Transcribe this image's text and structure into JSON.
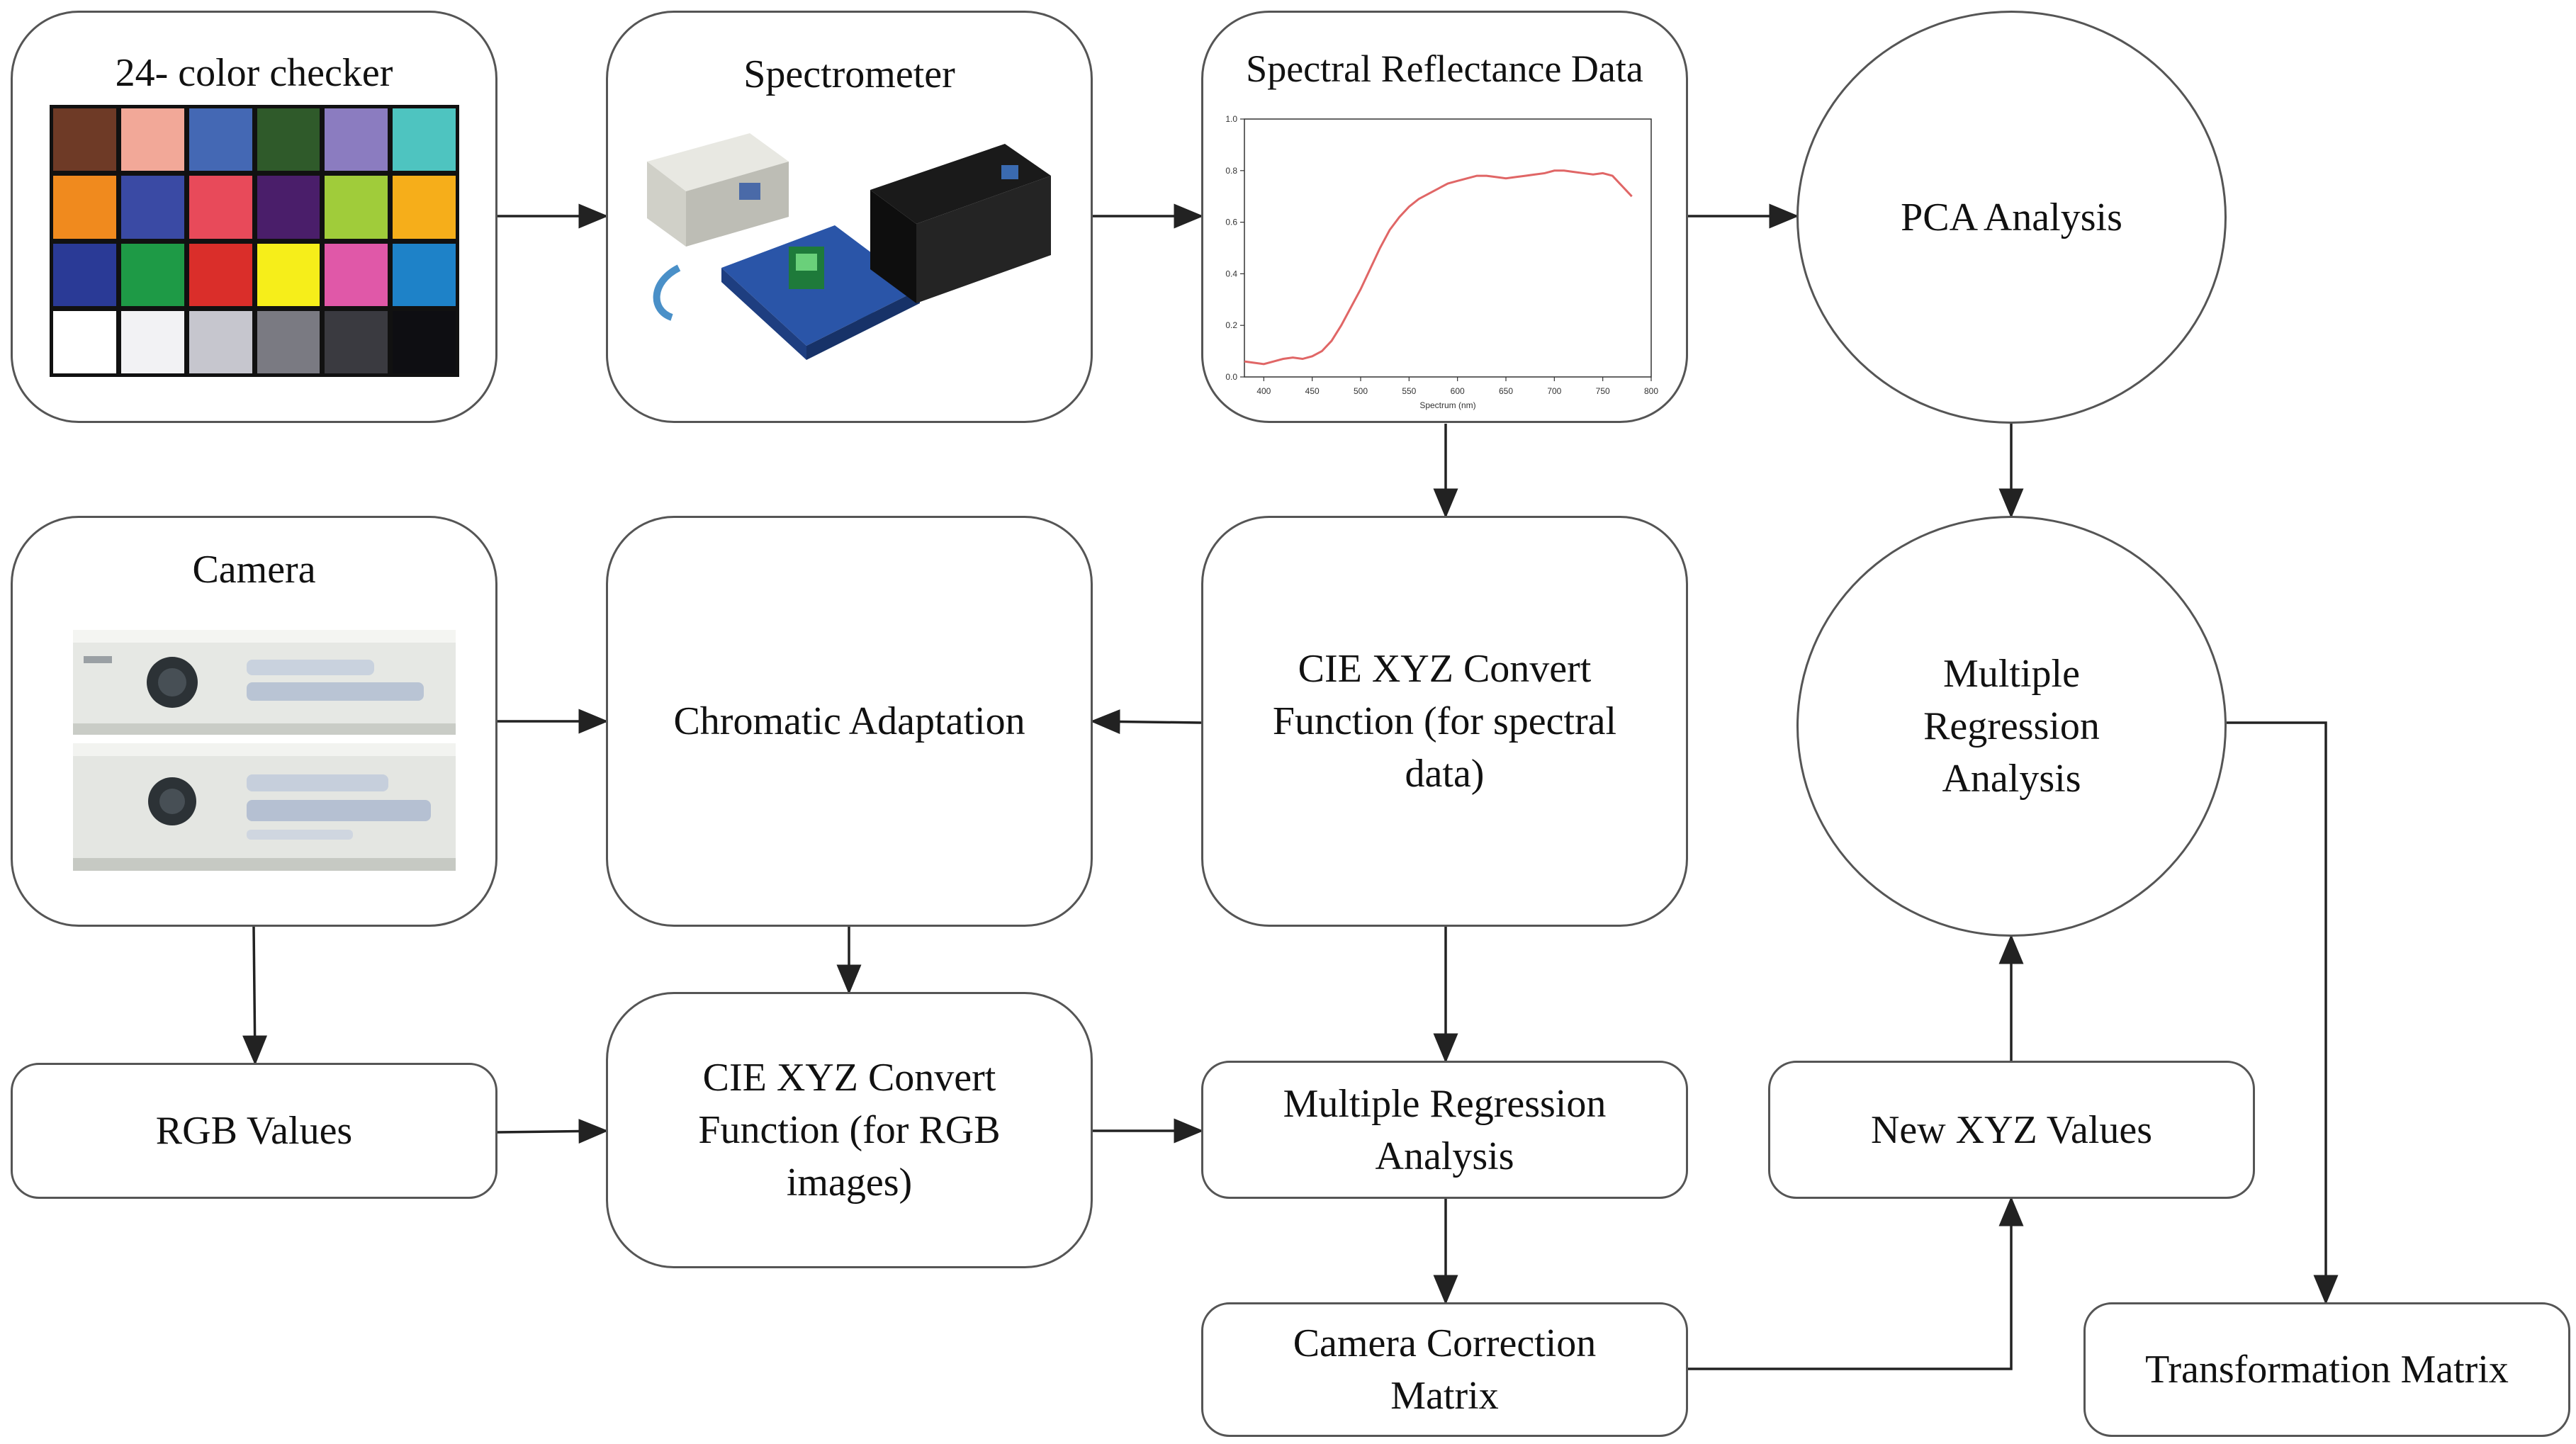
{
  "nodes": {
    "color_checker": {
      "title": "24- color checker"
    },
    "spectrometer": {
      "title": "Spectrometer"
    },
    "spectral_data": {
      "title": "Spectral Reflectance Data"
    },
    "pca": {
      "label": "PCA Analysis"
    },
    "camera": {
      "title": "Camera"
    },
    "chromatic_adaptation": {
      "label": "Chromatic Adaptation"
    },
    "cie_xyz_spectral": {
      "label": "CIE XYZ Convert\nFunction (for spectral\ndata)"
    },
    "multiple_regression_circle": {
      "label": "Multiple\nRegression\nAnalysis"
    },
    "rgb_values": {
      "label": "RGB Values"
    },
    "cie_xyz_rgb": {
      "label": "CIE XYZ Convert\nFunction (for RGB\nimages)"
    },
    "multiple_regression_box": {
      "label": "Multiple Regression\nAnalysis"
    },
    "new_xyz_values": {
      "label": "New XYZ Values"
    },
    "camera_correction_matrix": {
      "label": "Camera Correction\nMatrix"
    },
    "transformation_matrix": {
      "label": "Transformation Matrix"
    }
  },
  "color_checker_swatches": [
    "#6e3a26",
    "#f2a898",
    "#4468b4",
    "#2f5a2a",
    "#8b7cc0",
    "#4ec4c0",
    "#f08a1e",
    "#3a4aa4",
    "#e84a5a",
    "#4a1e6a",
    "#a0cc3a",
    "#f6ae1a",
    "#2a3a96",
    "#1e9a46",
    "#da2e2a",
    "#f6ee1a",
    "#e058a8",
    "#1e82c8",
    "#ffffff",
    "#f2f2f4",
    "#c6c6ce",
    "#7a7a82",
    "#3a3a40",
    "#0e0e12"
  ],
  "chart_data": {
    "type": "line",
    "xlabel": "Spectrum (nm)",
    "ylabel": "",
    "xlim": [
      380,
      800
    ],
    "ylim": [
      0.0,
      1.0
    ],
    "x_ticks": [
      400,
      450,
      500,
      550,
      600,
      650,
      700,
      750,
      800
    ],
    "y_ticks": [
      0.0,
      0.2,
      0.4,
      0.6,
      0.8,
      1.0
    ],
    "series": [
      {
        "color": "#e06666",
        "x": [
          380,
          390,
          400,
          410,
          420,
          430,
          440,
          450,
          460,
          470,
          480,
          490,
          500,
          510,
          520,
          530,
          540,
          550,
          560,
          570,
          580,
          590,
          600,
          610,
          620,
          630,
          640,
          650,
          660,
          670,
          680,
          690,
          700,
          710,
          720,
          730,
          740,
          750,
          760,
          770,
          780
        ],
        "y": [
          0.06,
          0.055,
          0.05,
          0.06,
          0.07,
          0.075,
          0.07,
          0.08,
          0.1,
          0.14,
          0.2,
          0.27,
          0.34,
          0.42,
          0.5,
          0.57,
          0.62,
          0.66,
          0.69,
          0.71,
          0.73,
          0.75,
          0.76,
          0.77,
          0.78,
          0.78,
          0.775,
          0.77,
          0.775,
          0.78,
          0.785,
          0.79,
          0.8,
          0.8,
          0.795,
          0.79,
          0.785,
          0.79,
          0.78,
          0.74,
          0.7
        ]
      }
    ]
  },
  "colors": {
    "stroke": "#555555",
    "arrow": "#222222",
    "curve": "#e06666"
  }
}
